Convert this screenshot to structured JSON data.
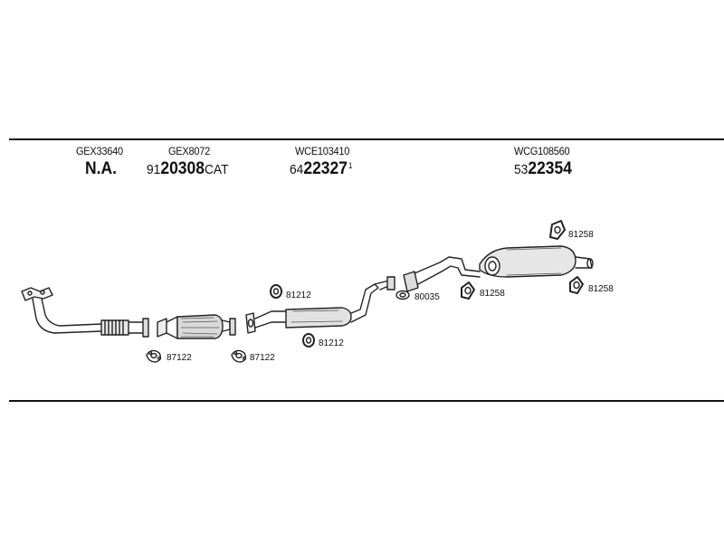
{
  "parts": [
    {
      "code": "GEX33640",
      "number_prefix": "",
      "number_main": "N.A.",
      "number_suffix": "",
      "superscript": ""
    },
    {
      "code": "GEX8072",
      "number_prefix": "91",
      "number_main": "20308",
      "number_suffix": "CAT",
      "superscript": ""
    },
    {
      "code": "WCE103410",
      "number_prefix": "64",
      "number_main": "22327",
      "number_suffix": "",
      "superscript": "1"
    },
    {
      "code": "WCG108560",
      "number_prefix": "53",
      "number_main": "22354",
      "number_suffix": "",
      "superscript": ""
    }
  ],
  "component_labels": {
    "gasket_1": "87122",
    "gasket_2": "87122",
    "rubber_mount_upper": "81212",
    "rubber_mount_lower": "81212",
    "flange_gasket": "80035",
    "hanger_mid": "81258",
    "hanger_top": "81258",
    "hanger_right": "81258"
  }
}
